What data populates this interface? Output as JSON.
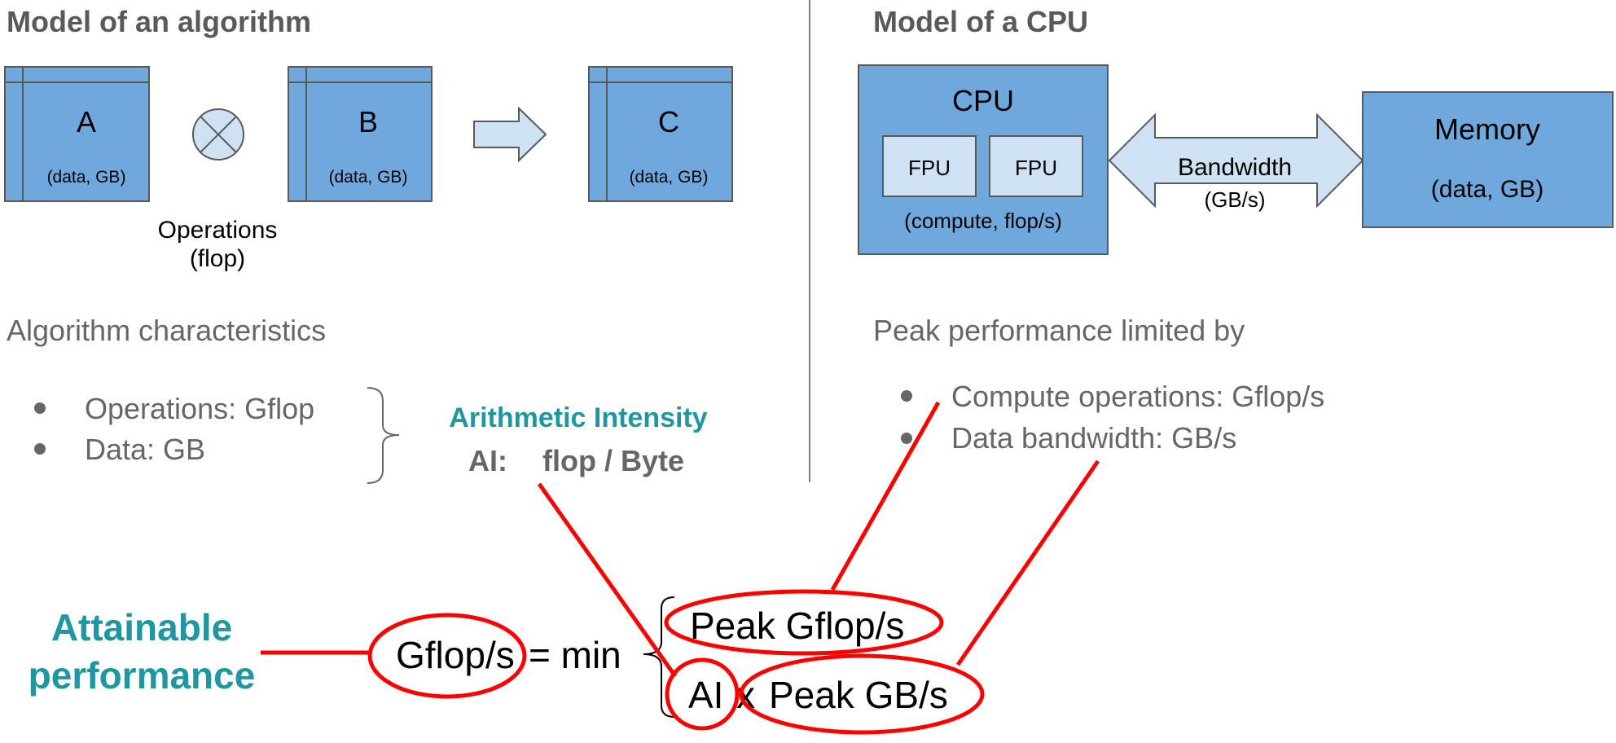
{
  "left": {
    "title": "Model of an algorithm",
    "box_a": {
      "letter": "A",
      "sub": "(data, GB)"
    },
    "box_b": {
      "letter": "B",
      "sub": "(data, GB)"
    },
    "box_c": {
      "letter": "C",
      "sub": "(data, GB)"
    },
    "operations_label": "Operations",
    "operations_unit": "(flop)",
    "characteristics_heading": "Algorithm characteristics",
    "bullets": [
      "Operations: Gflop",
      "Data: GB"
    ],
    "ai_title": "Arithmetic Intensity",
    "ai_prefix": "AI:",
    "ai_unit": "flop / Byte"
  },
  "right": {
    "title": "Model of a CPU",
    "cpu_label": "CPU",
    "fpu_labels": [
      "FPU",
      "FPU"
    ],
    "cpu_sub": "(compute, flop/s)",
    "bandwidth_label": "Bandwidth",
    "bandwidth_unit": "(GB/s)",
    "memory_label": "Memory",
    "memory_sub": "(data, GB)",
    "peak_heading": "Peak performance limited by",
    "bullets": [
      "Compute operations: Gflop/s",
      "Data bandwidth: GB/s"
    ]
  },
  "formula": {
    "attainable_line1": "Attainable",
    "attainable_line2": "performance",
    "lhs": "Gflop/s",
    "eq_min": "= min",
    "peak_gflops": "Peak Gflop/s",
    "ai": "AI",
    "times": "x",
    "peak_gbs": "Peak GB/s"
  },
  "colors": {
    "box_fill": "#6fa8dc",
    "box_stroke": "#595959",
    "light_fill": "#cfe2f3",
    "highlight": "#ff0000",
    "accent_teal": "#1f97a3",
    "text_gray": "#666666"
  }
}
